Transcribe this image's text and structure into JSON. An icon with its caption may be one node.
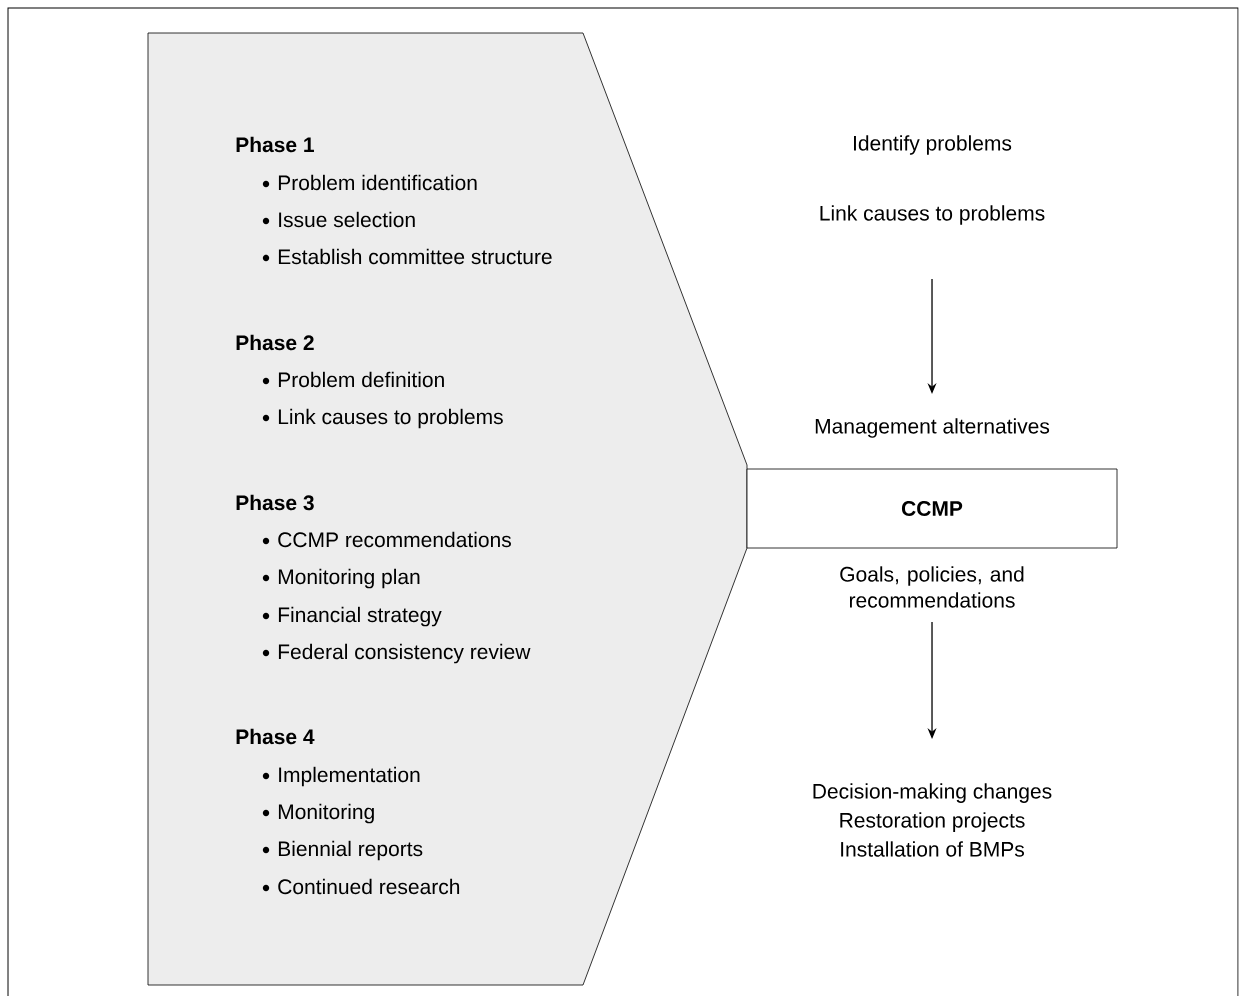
{
  "diagram": {
    "nodes": [
      {
        "text": [
          "Phase 1",
          "Problem identification",
          "Issue selection",
          "Establish committee structure",
          "Phase 2",
          "Problem definition",
          "Link causes to problems",
          "Phase 3",
          "CCMP recommendations",
          "Monitoring plan",
          "Financial strategy",
          "Federal consistency review",
          "Phase 4",
          "Implementation",
          "Monitoring",
          "Biennial reports",
          "Continued research"
        ]
      },
      {
        "text": [
          "CCMP"
        ]
      },
      {
        "text": [
          "Identify problems",
          "Link causes to problems"
        ]
      },
      {
        "text": [
          "Management alternatives"
        ]
      },
      {
        "text": [
          "Goals, policies, and recommendations"
        ]
      },
      {
        "text": [
          "Decision-making changes",
          "Restoration projects",
          "Installation of BMPs"
        ]
      }
    ],
    "edges": [
      {
        "from": 2,
        "to": 3,
        "arrow": "to"
      },
      {
        "from": 4,
        "to": 5,
        "arrow": "to"
      }
    ]
  }
}
